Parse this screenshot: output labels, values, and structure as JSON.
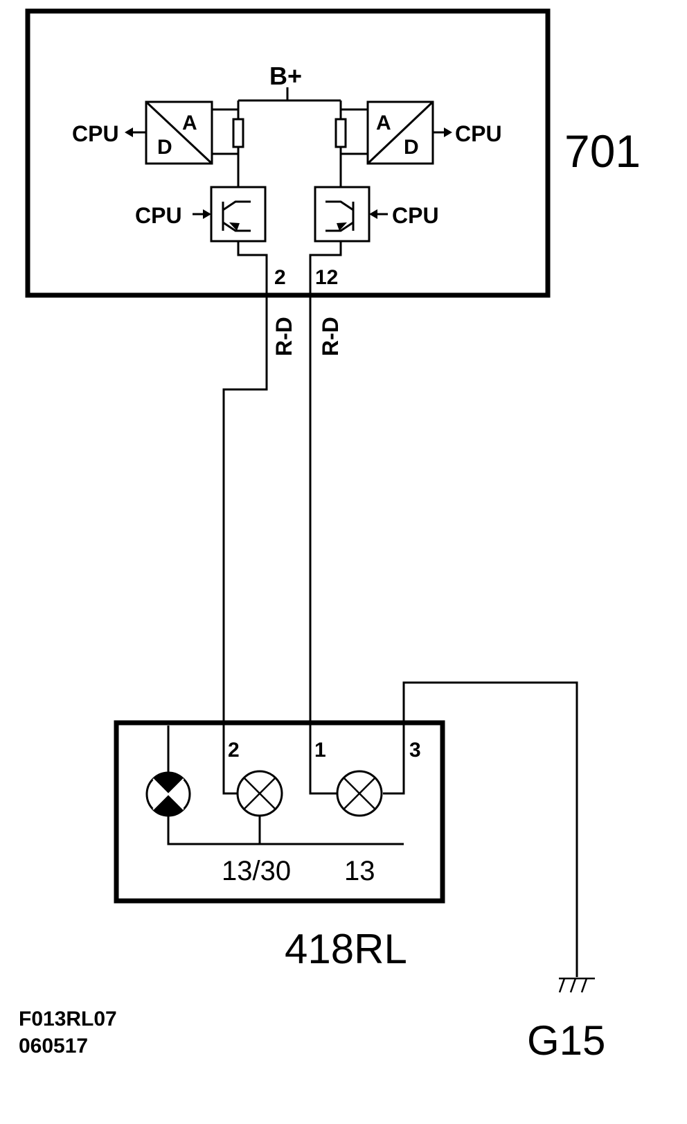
{
  "module_701": {
    "id": "701",
    "supply": "B+",
    "left_adc": {
      "a": "A",
      "d": "D",
      "output": "CPU"
    },
    "right_adc": {
      "a": "A",
      "d": "D",
      "output": "CPU"
    },
    "left_driver_input": "CPU",
    "right_driver_input": "CPU",
    "pins": [
      "2",
      "12"
    ]
  },
  "wires": [
    {
      "color_code": "R-D"
    },
    {
      "color_code": "R-D"
    }
  ],
  "lamp_418RL": {
    "id": "418RL",
    "pins": [
      "2",
      "1",
      "3"
    ],
    "bulb_labels": [
      "13/30",
      "13"
    ]
  },
  "ground": {
    "id": "G15"
  },
  "footer": {
    "figure_code": "F013RL07",
    "date_code": "060517"
  }
}
